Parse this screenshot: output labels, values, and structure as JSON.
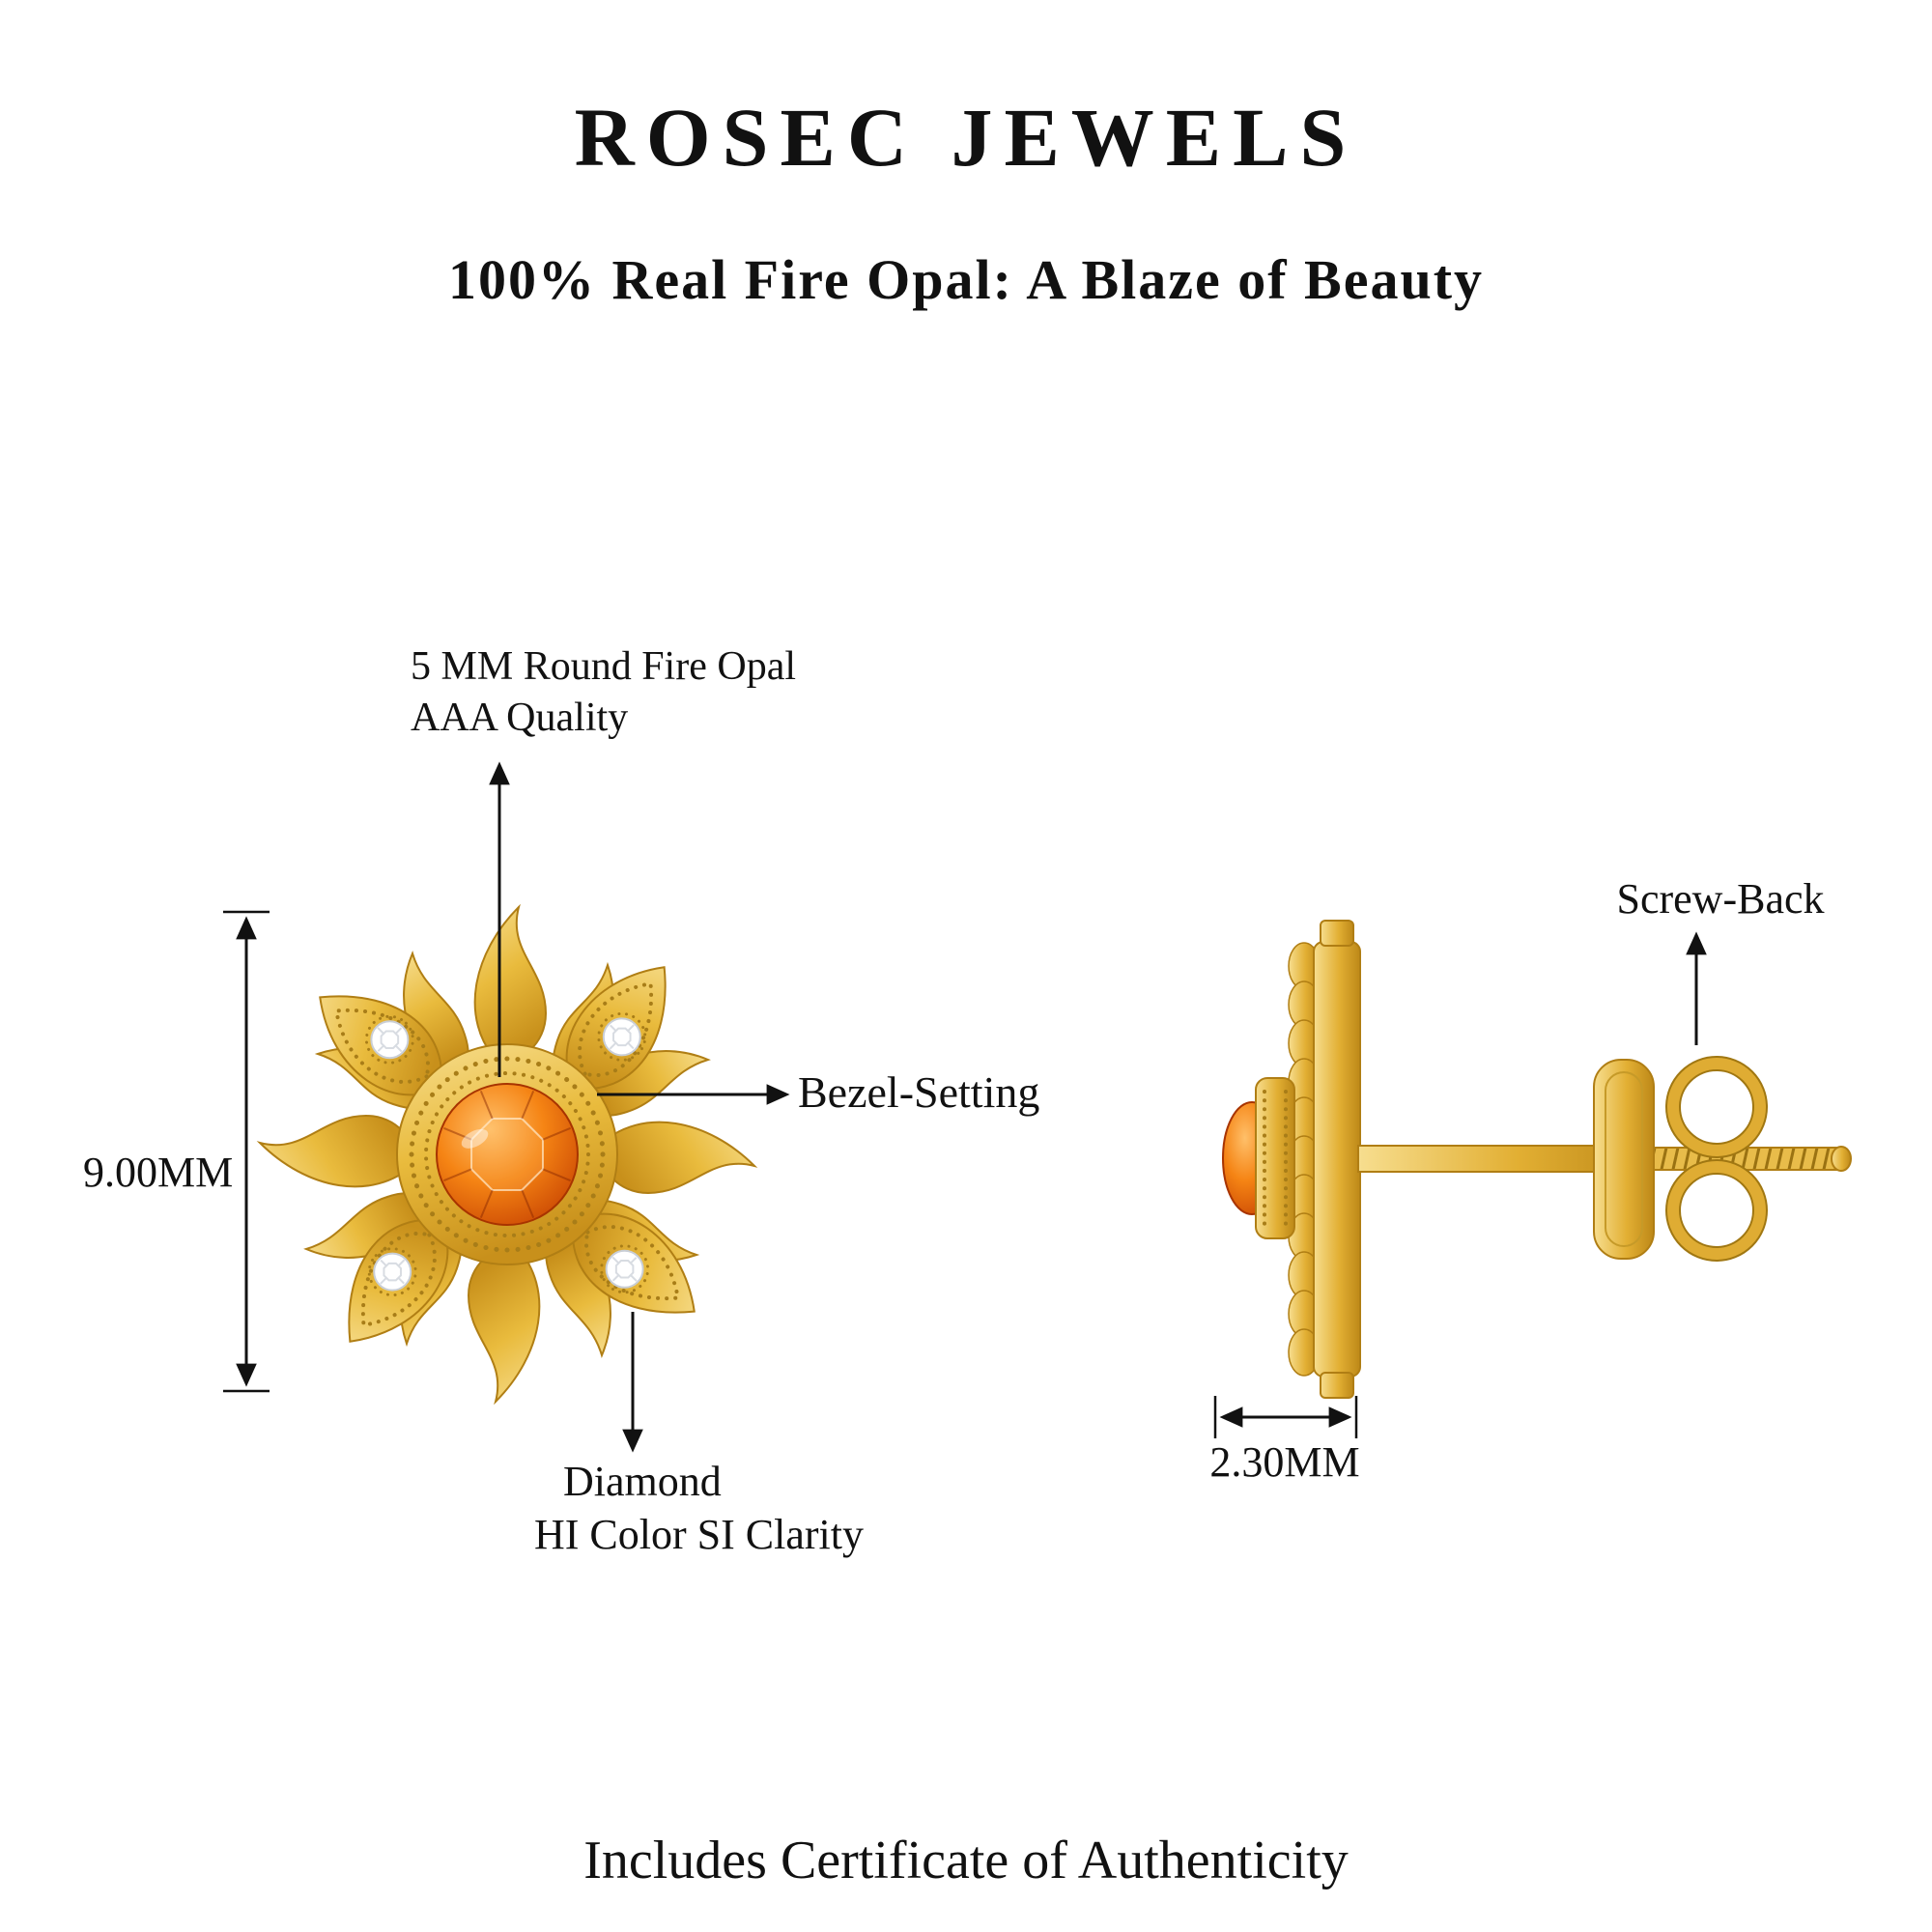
{
  "header": {
    "brand": "ROSEC JEWELS",
    "tagline": "100% Real Fire Opal: A Blaze of Beauty"
  },
  "front_view": {
    "label_opal_line1": "5 MM Round Fire Opal",
    "label_opal_line2": "AAA Quality",
    "label_bezel": "Bezel-Setting",
    "label_diamond_line1": "Diamond",
    "label_diamond_line2": "HI Color SI Clarity",
    "dim_height": "9.00MM"
  },
  "side_view": {
    "label_screw_back": "Screw-Back",
    "dim_width": "2.30MM"
  },
  "footer": {
    "certificate_note": "Includes Certificate of Authenticity"
  },
  "colors": {
    "gold": "#E9BB3D",
    "gold_dark": "#B07E14",
    "gold_light": "#F7DE8F",
    "opal": "#F58414",
    "opal_dark": "#C23C00",
    "diamond_white": "#FFFFFF",
    "ink": "#111111",
    "background": "#FFFFFF"
  }
}
